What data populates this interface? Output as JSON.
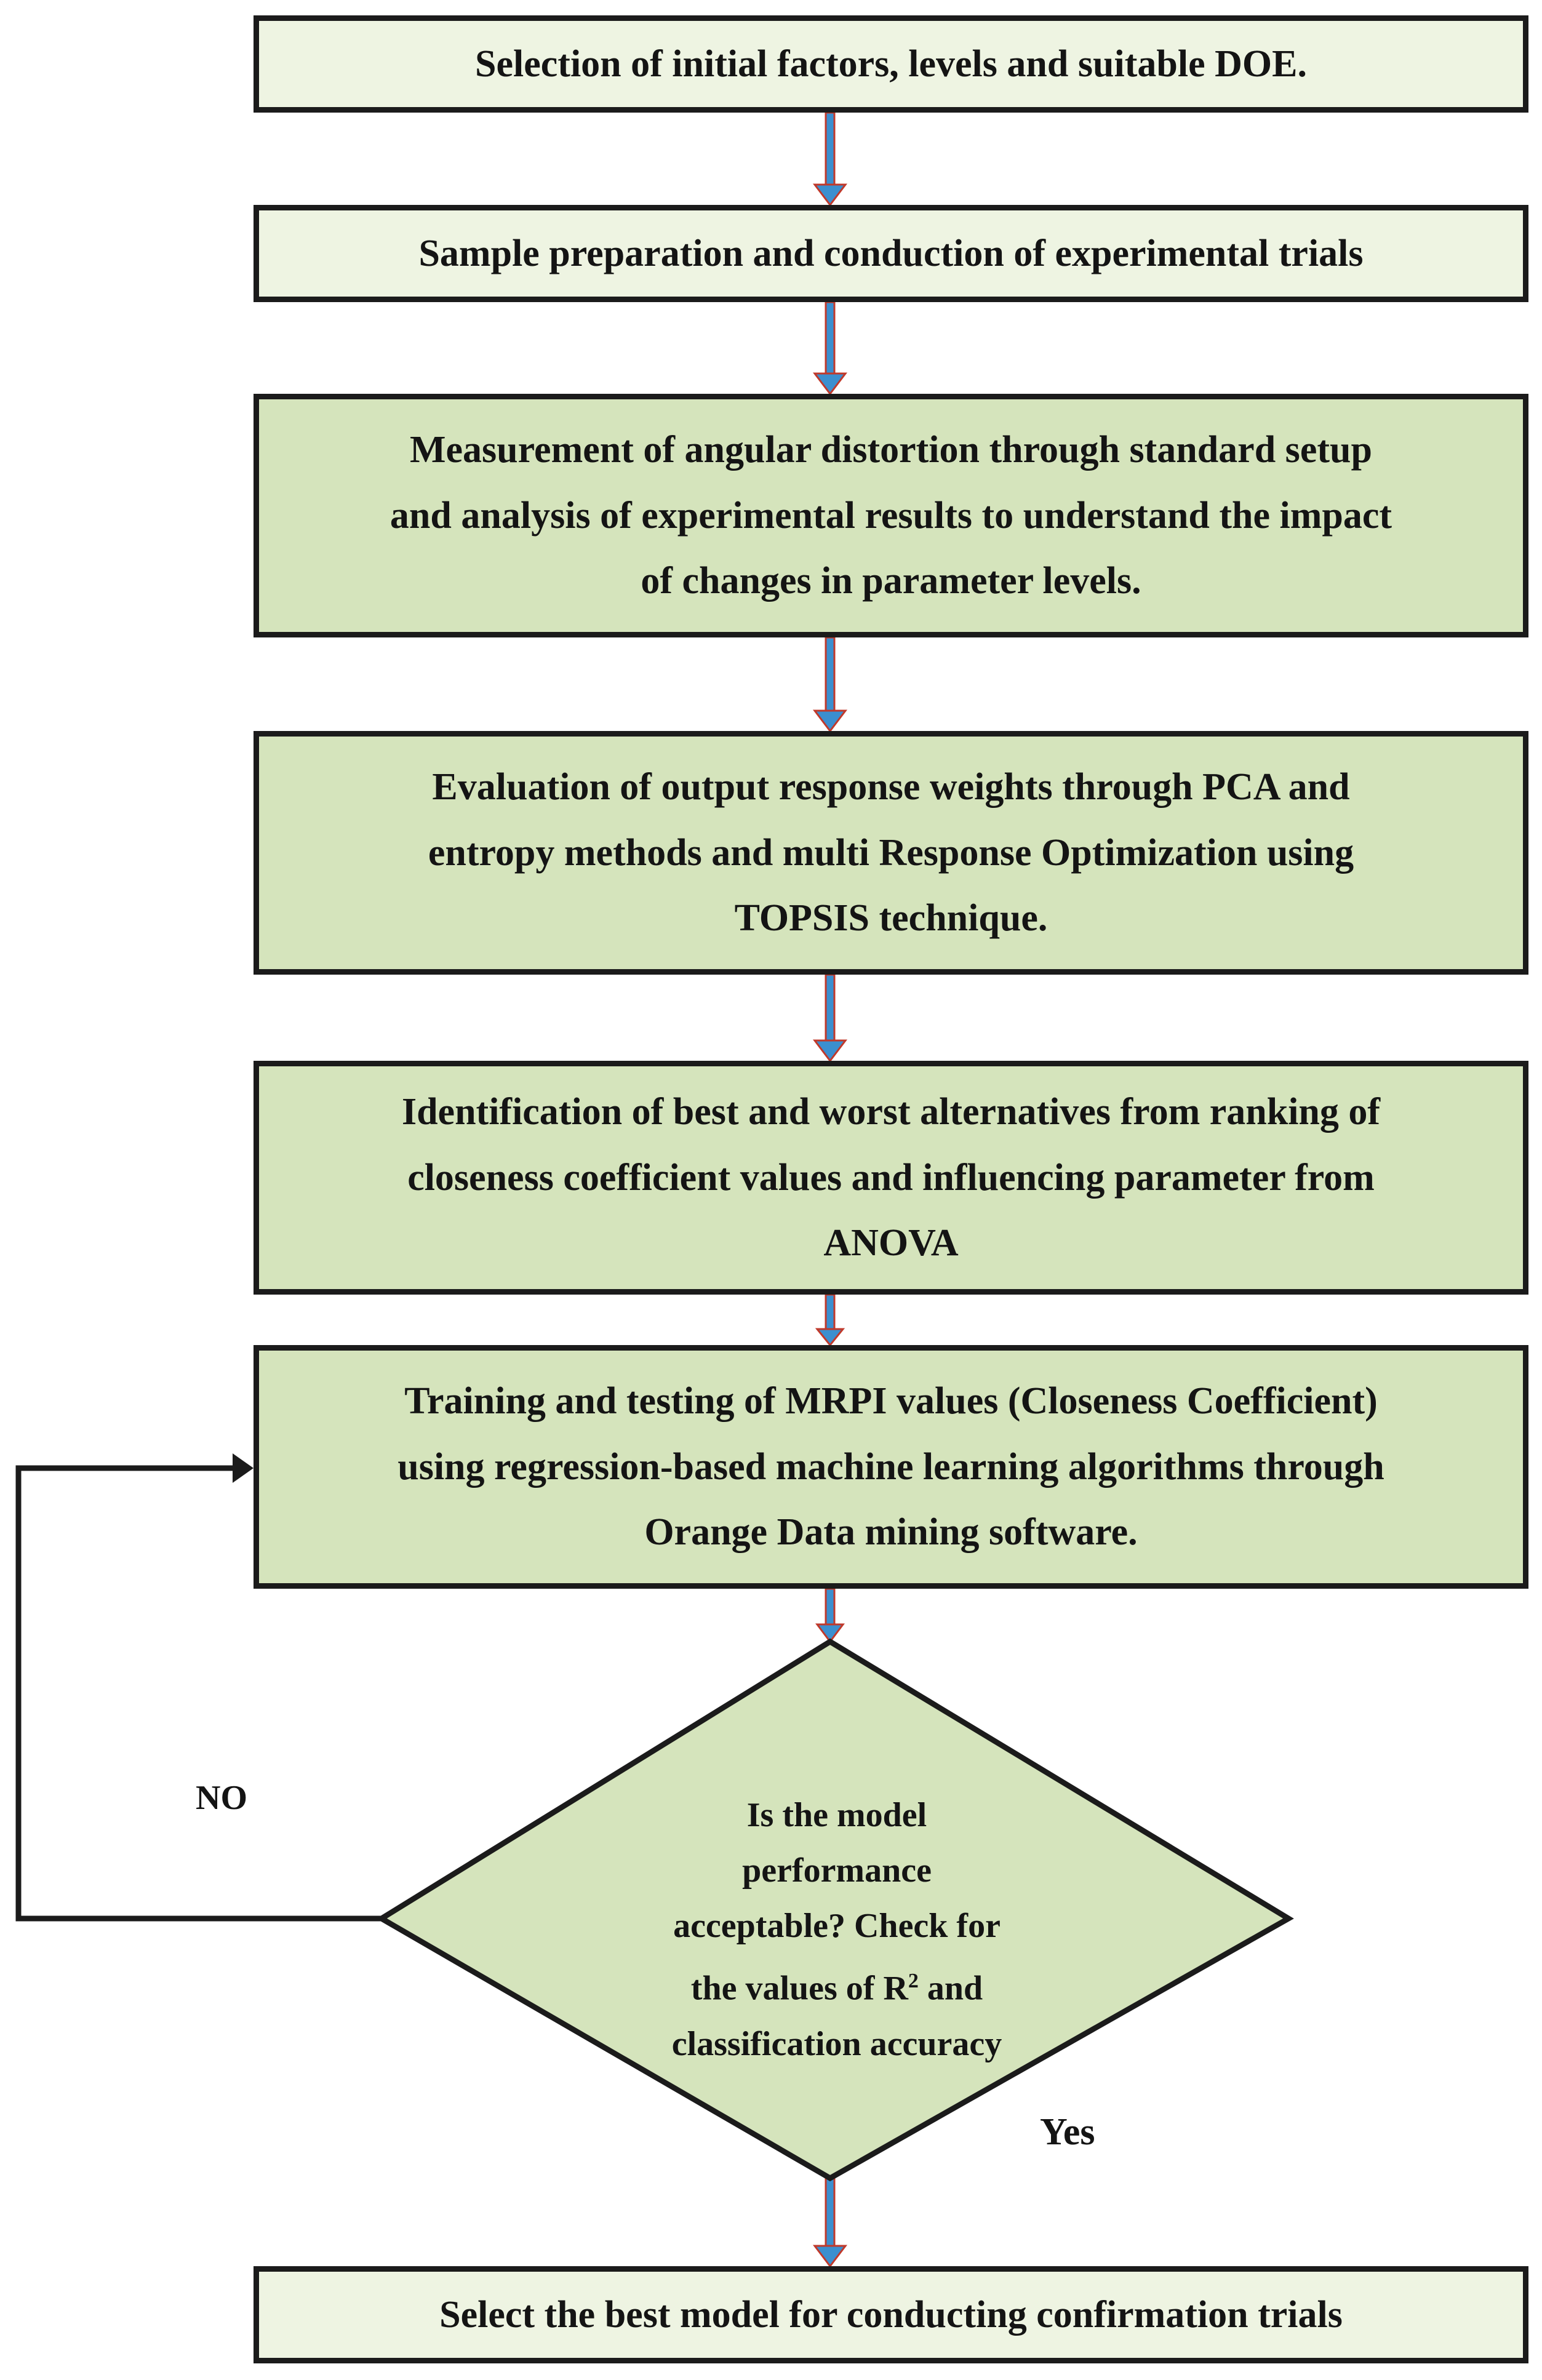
{
  "steps": [
    {
      "id": "step-1",
      "lines": [
        "Selection of initial factors, levels and suitable DOE."
      ]
    },
    {
      "id": "step-2",
      "lines": [
        "Sample preparation and conduction of experimental trials"
      ]
    },
    {
      "id": "step-3",
      "lines": [
        "Measurement of angular distortion through standard setup",
        "and analysis of experimental results to understand the impact",
        "of changes in parameter levels."
      ]
    },
    {
      "id": "step-4",
      "lines": [
        "Evaluation of output response weights through PCA and",
        "entropy methods and multi Response Optimization using",
        "TOPSIS technique."
      ]
    },
    {
      "id": "step-5",
      "lines": [
        "Identification of best and worst alternatives from ranking of",
        "closeness coefficient values and influencing parameter from",
        "ANOVA"
      ]
    },
    {
      "id": "step-6",
      "lines": [
        "Training and testing of MRPI values (Closeness Coefficient)",
        "using regression-based machine learning algorithms through",
        "Orange Data mining software."
      ]
    },
    {
      "id": "step-7",
      "lines": [
        "Select the best model for conducting confirmation trials"
      ]
    }
  ],
  "decision": {
    "line1": "Is the model",
    "line2": "performance",
    "line3": "acceptable? Check for",
    "line4_pre": "the values of R",
    "line4_sup": "2",
    "line4_post": " and",
    "line5": "classification accuracy"
  },
  "branches": {
    "no": "NO",
    "yes": "Yes"
  },
  "colors": {
    "box_light": "#eef4e2",
    "box_mid": "#d5e4bc",
    "arrow_fill": "#3b8fcf",
    "arrow_edge": "#c0392b",
    "border": "#1b1b1b"
  }
}
